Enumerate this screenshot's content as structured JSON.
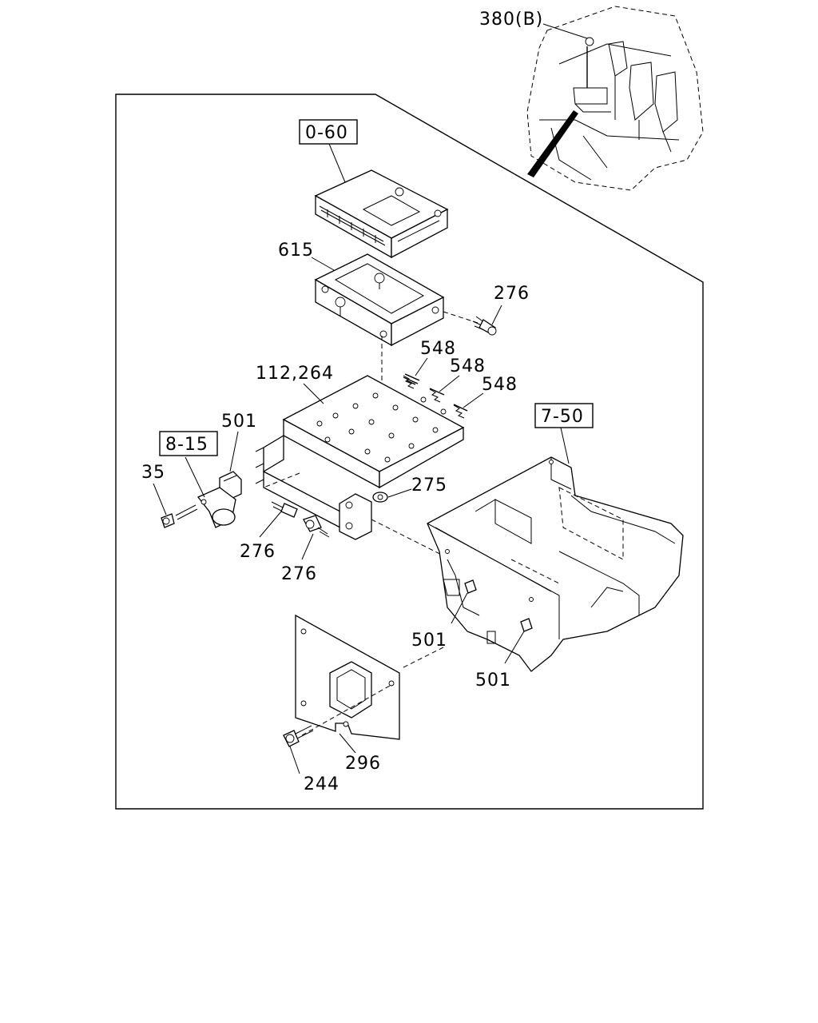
{
  "labels": {
    "ref_380b": "380(B)",
    "box_0_60": "0-60",
    "p615": "615",
    "p276_top": "276",
    "p548_a": "548",
    "p548_b": "548",
    "p548_c": "548",
    "p112_264": "112,264",
    "p501_left": "501",
    "box_8_15": "8-15",
    "p35": "35",
    "p275": "275",
    "box_7_50": "7-50",
    "p276_mid_a": "276",
    "p276_mid_b": "276",
    "p501_mid": "501",
    "p501_right": "501",
    "p296": "296",
    "p244": "244"
  }
}
